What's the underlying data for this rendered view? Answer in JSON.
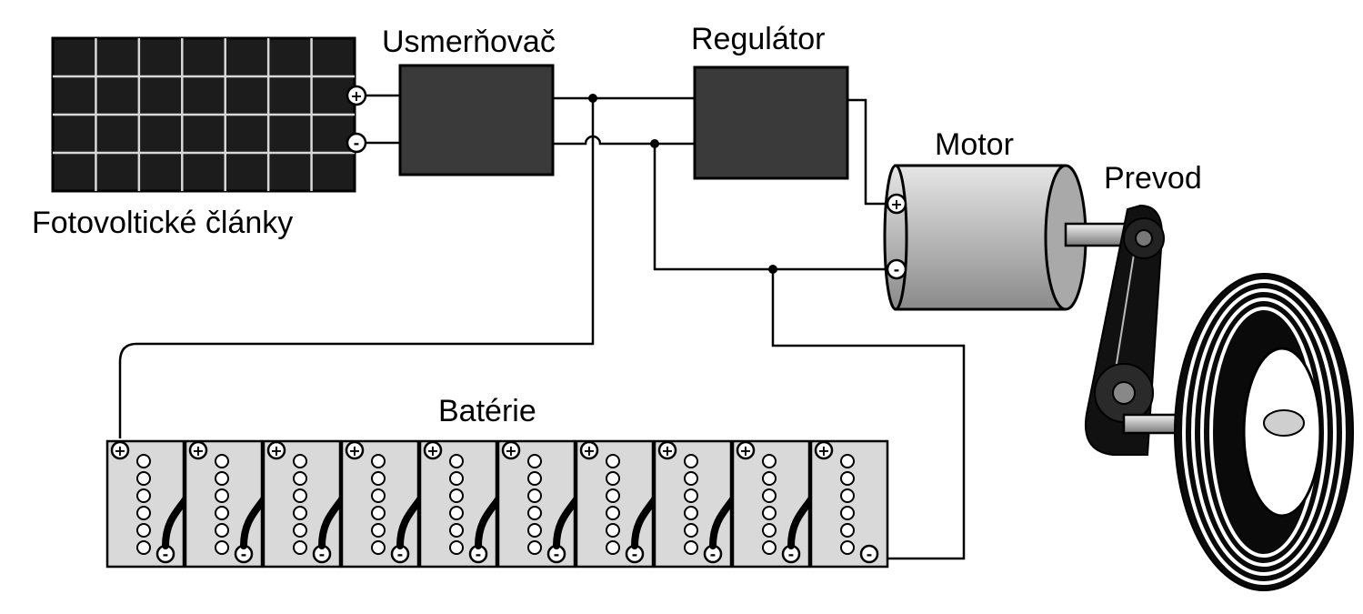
{
  "labels": {
    "solar_panel": "Fotovoltické články",
    "rectifier": "Usmerňovač",
    "regulator": "Regulátor",
    "motor": "Motor",
    "transmission": "Prevod",
    "batteries": "Batérie"
  },
  "symbols": {
    "plus": "+",
    "minus": "-"
  },
  "battery_count": 10,
  "cells_per_battery": 6,
  "colors": {
    "ink": "#000000",
    "panel": "#1c1c1c",
    "box": "#3a3a3a",
    "battery": "#d9d9d9",
    "motor": "#bdbdbd",
    "background": "#ffffff"
  }
}
